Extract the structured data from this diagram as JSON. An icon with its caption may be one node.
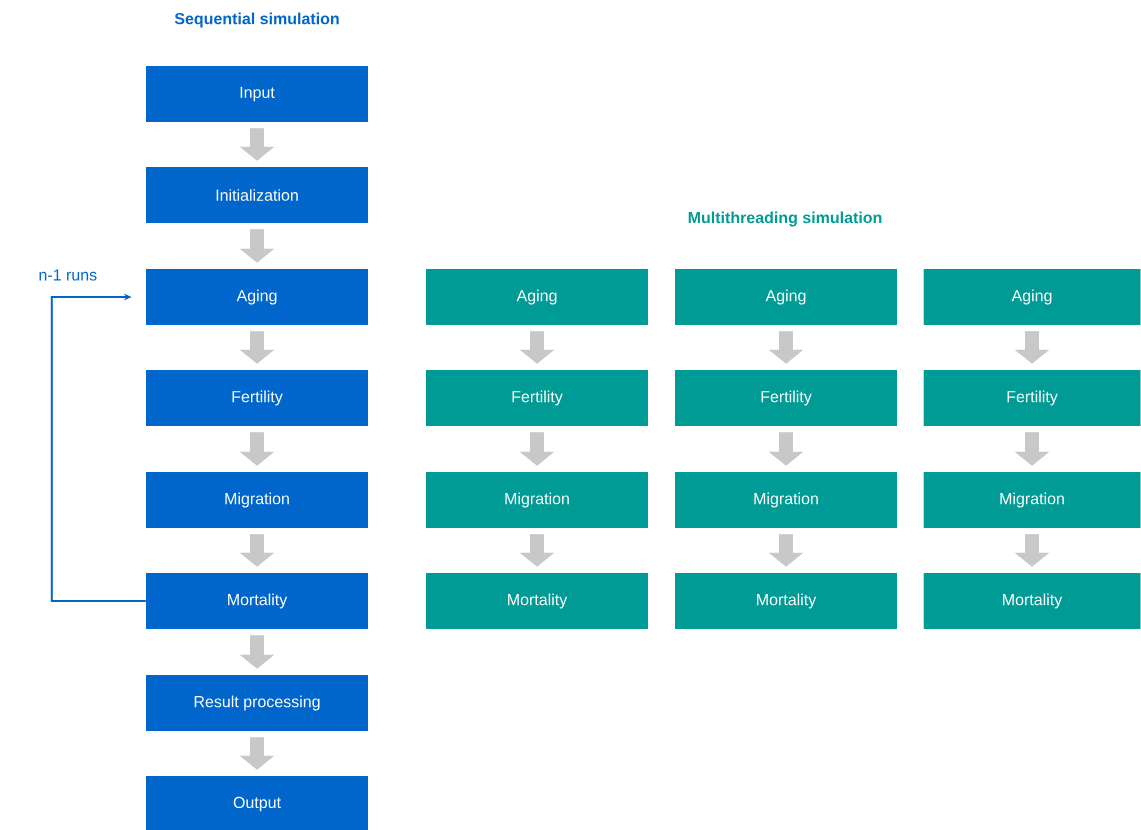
{
  "diagram": {
    "nodes": [
      {
        "text": [
          "Input"
        ]
      },
      {
        "text": [
          "Initialization"
        ]
      },
      {
        "text": [
          "Aging"
        ]
      },
      {
        "text": [
          "Fertility"
        ]
      },
      {
        "text": [
          "Migration"
        ]
      },
      {
        "text": [
          "Mortality"
        ]
      },
      {
        "text": [
          "Result processing"
        ]
      },
      {
        "text": [
          "Output"
        ]
      },
      {
        "text": [
          "Aging"
        ]
      },
      {
        "text": [
          "Fertility"
        ]
      },
      {
        "text": [
          "Migration"
        ]
      },
      {
        "text": [
          "Mortality"
        ]
      },
      {
        "text": [
          "Aging"
        ]
      },
      {
        "text": [
          "Fertility"
        ]
      },
      {
        "text": [
          "Migration"
        ]
      },
      {
        "text": [
          "Mortality"
        ]
      },
      {
        "text": [
          "Aging"
        ]
      },
      {
        "text": [
          "Fertility"
        ]
      },
      {
        "text": [
          "Migration"
        ]
      },
      {
        "text": [
          "Mortality"
        ]
      }
    ],
    "edges": [
      {
        "from": 0,
        "to": 1,
        "arrow": "to"
      },
      {
        "from": 1,
        "to": 2,
        "arrow": "to"
      },
      {
        "from": 2,
        "to": 3,
        "arrow": "to"
      },
      {
        "from": 3,
        "to": 4,
        "arrow": "to"
      },
      {
        "from": 4,
        "to": 5,
        "arrow": "to"
      },
      {
        "from": 5,
        "to": 6,
        "arrow": "to"
      },
      {
        "from": 6,
        "to": 7,
        "arrow": "to"
      },
      {
        "from": 5,
        "to": 2,
        "arrow": "to",
        "label": "n-1 runs",
        "color": "#0066cc"
      },
      {
        "from": 8,
        "to": 9,
        "arrow": "to"
      },
      {
        "from": 9,
        "to": 10,
        "arrow": "to"
      },
      {
        "from": 10,
        "to": 11,
        "arrow": "to"
      },
      {
        "from": 12,
        "to": 13,
        "arrow": "to"
      },
      {
        "from": 13,
        "to": 14,
        "arrow": "to"
      },
      {
        "from": 14,
        "to": 15,
        "arrow": "to"
      },
      {
        "from": 16,
        "to": 17,
        "arrow": "to"
      },
      {
        "from": 17,
        "to": 18,
        "arrow": "to"
      },
      {
        "from": 18,
        "to": 19,
        "arrow": "to"
      }
    ],
    "labels": [
      "Sequential simulation",
      "Multithreading simulation"
    ]
  }
}
